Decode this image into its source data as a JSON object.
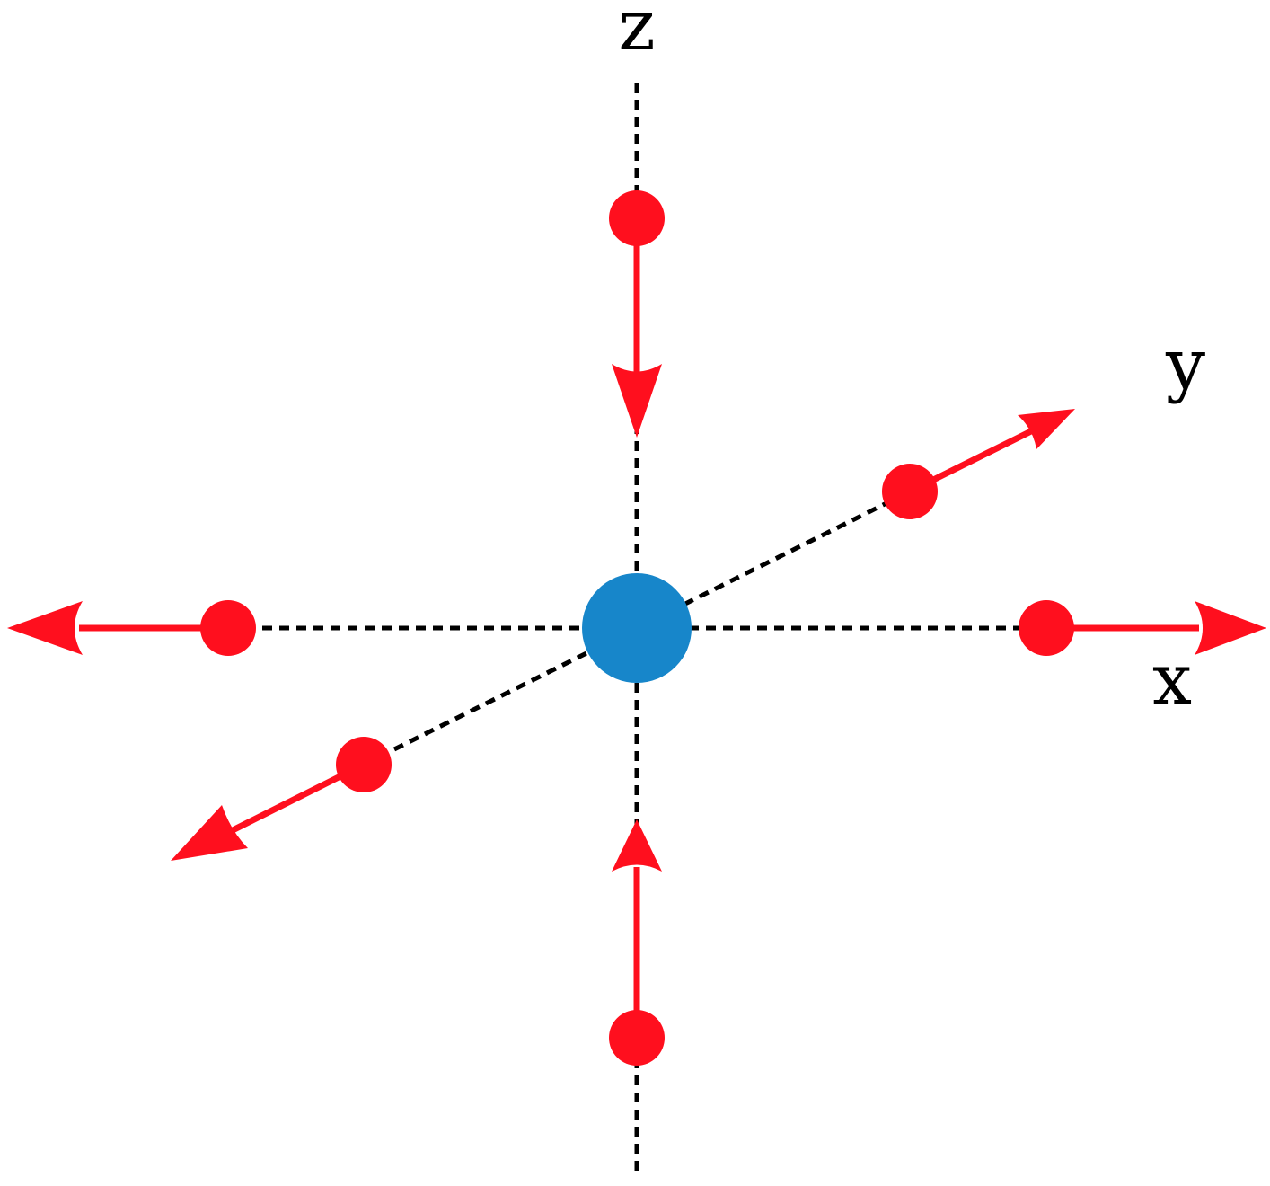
{
  "labels": {
    "z": "z",
    "y": "y",
    "x": "x"
  },
  "colors": {
    "central_atom": "#1786CA",
    "ligand": "#FF0F1E",
    "arrow": "#FF0F1E",
    "axis": "#000000",
    "background": "#FFFFFF"
  },
  "ligands": [
    {
      "axis": "z",
      "side": "positive",
      "motion": "inward"
    },
    {
      "axis": "z",
      "side": "negative",
      "motion": "inward"
    },
    {
      "axis": "x",
      "side": "positive",
      "motion": "outward"
    },
    {
      "axis": "x",
      "side": "negative",
      "motion": "outward"
    },
    {
      "axis": "y",
      "side": "positive",
      "motion": "outward"
    },
    {
      "axis": "y",
      "side": "negative",
      "motion": "outward"
    }
  ]
}
